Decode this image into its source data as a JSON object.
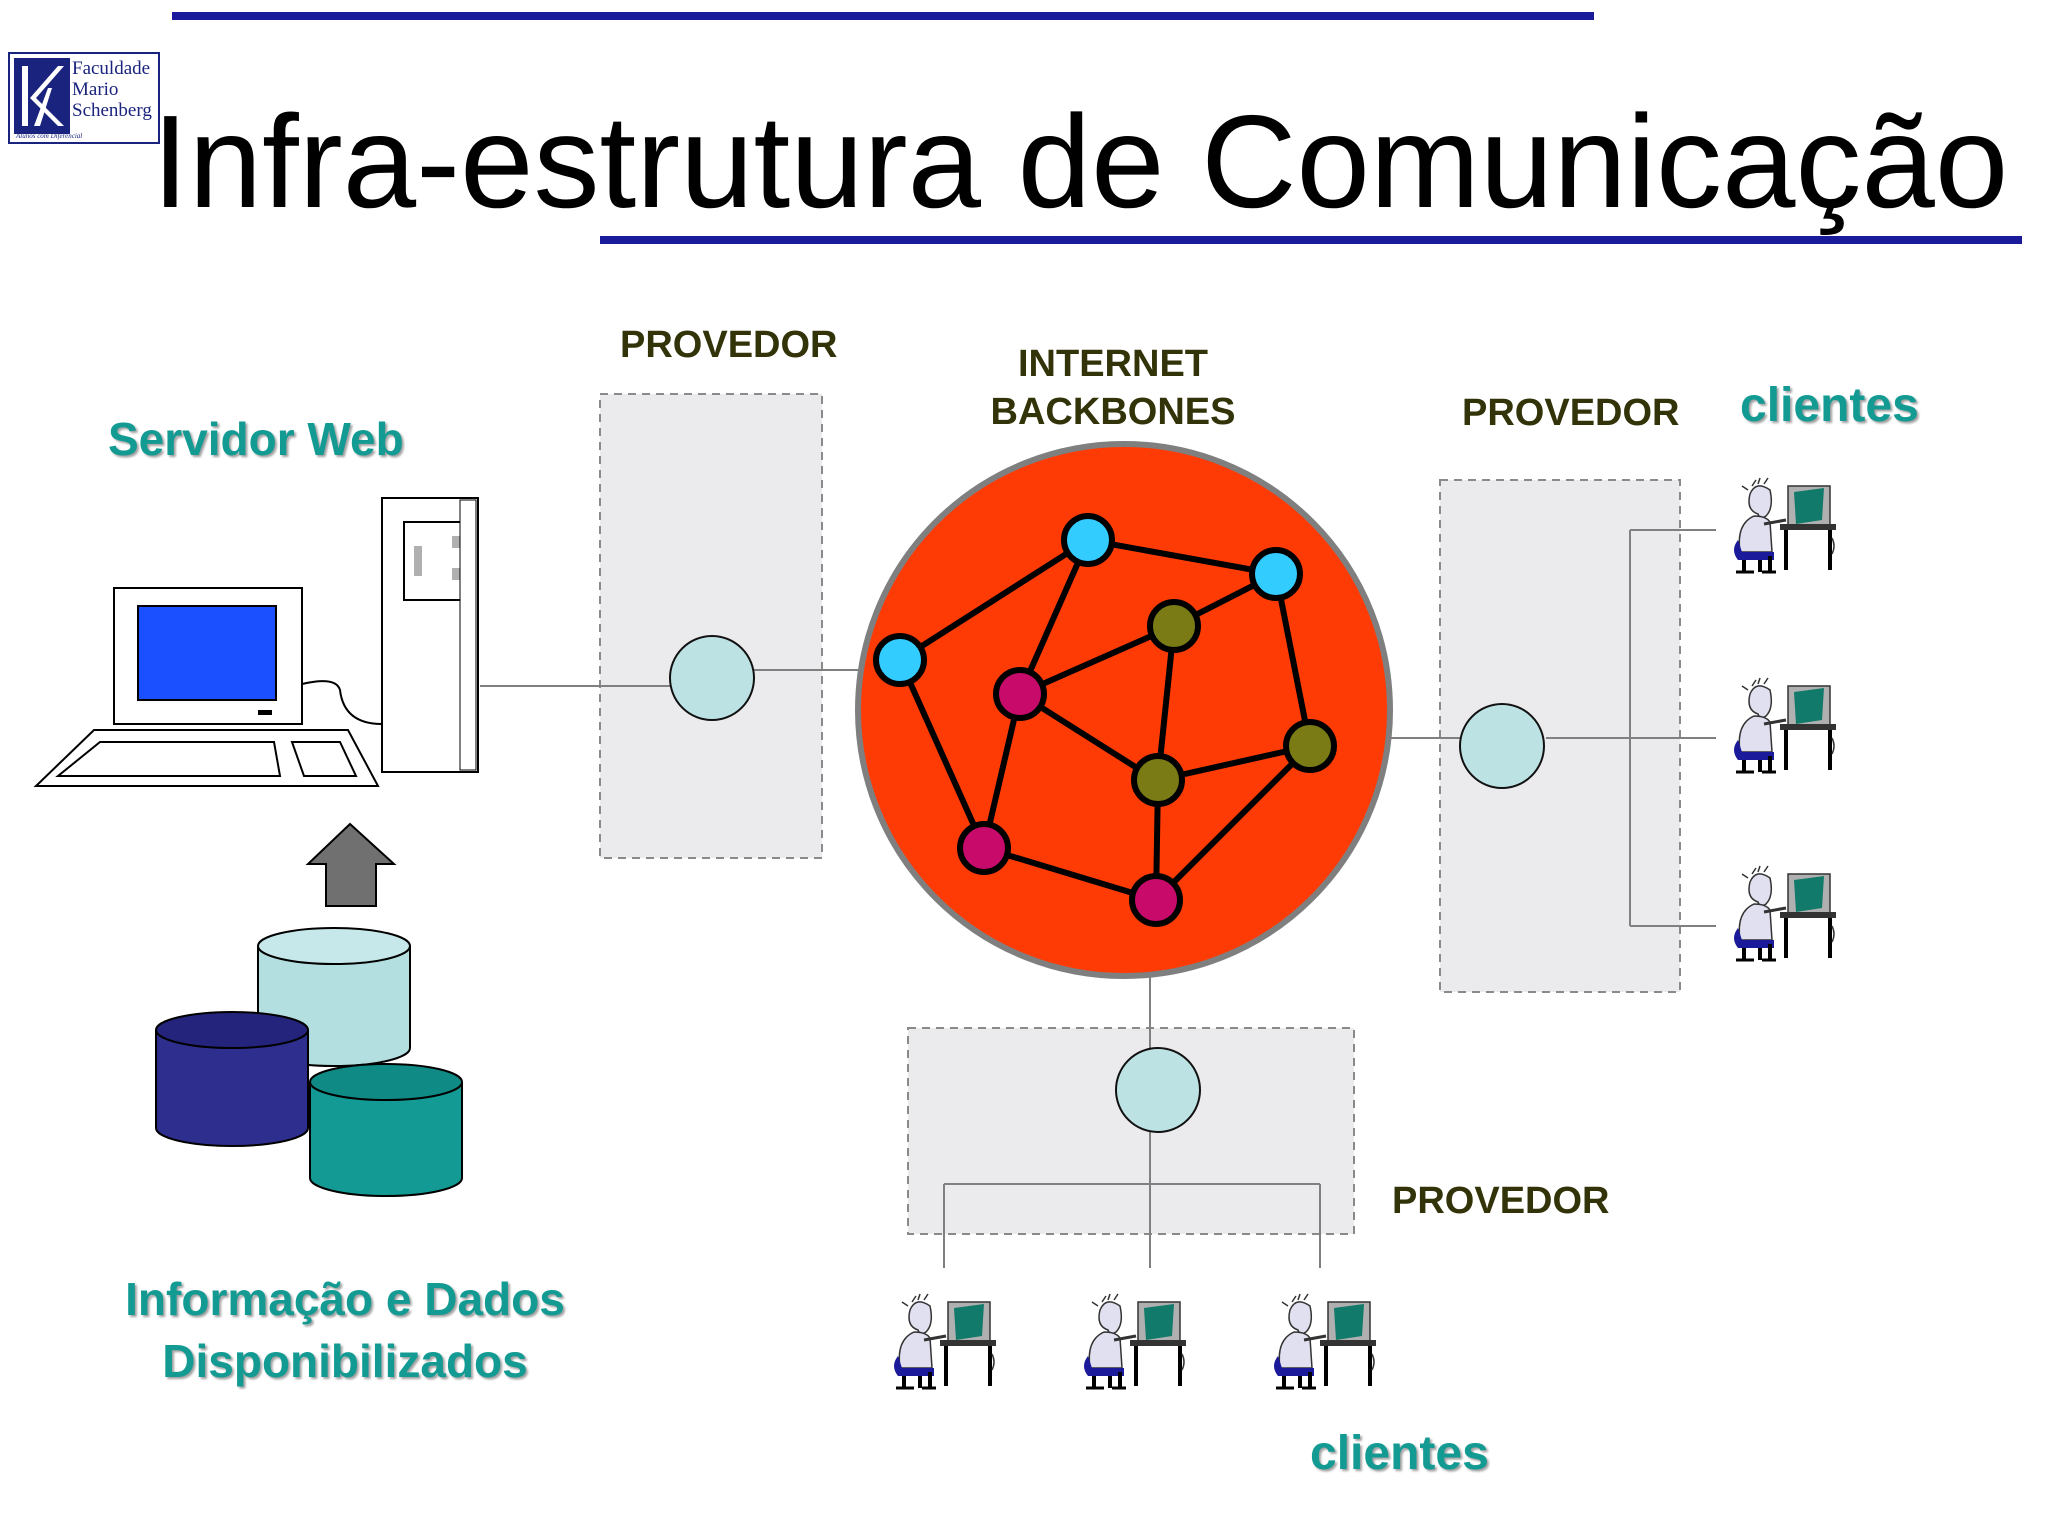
{
  "slide": {
    "title": "Infra-estrutura de Comunicação"
  },
  "logo": {
    "lines": [
      "Faculdade",
      "Mario",
      "Schenberg"
    ],
    "tagline": "Alunos com Diferencial"
  },
  "labels": {
    "provedor_top": "PROVEDOR",
    "internet": "INTERNET",
    "backbones": "BACKBONES",
    "provedor_right": "PROVEDOR",
    "clientes_right": "clientes",
    "servidor_web": "Servidor Web",
    "provedor_bottom": "PROVEDOR",
    "clientes_bottom": "clientes",
    "info_line1": "Informação e Dados",
    "info_line2": "Disponibilizados"
  },
  "colors": {
    "rule": "#1a1a9a",
    "backbone_fill": "#ff3b05",
    "node_cyan": "#33ccff",
    "node_olive": "#7b7b16",
    "node_magenta": "#c80a6a",
    "provider_node": "#bde2e4",
    "teal_text": "#139b93"
  }
}
